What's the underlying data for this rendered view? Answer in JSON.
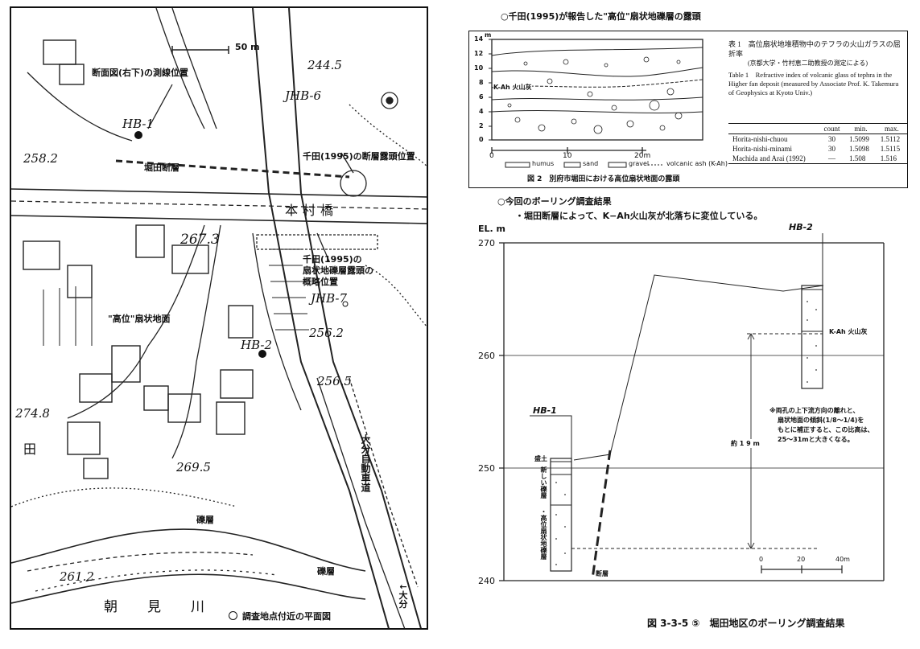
{
  "map": {
    "scale_label": "50 m",
    "caption": "調査地点付近の平面図",
    "section_line_note": "断面図(右下)の測線位置",
    "fault_outcrop_note": "千田(1995)の断層露頭位置",
    "fault_name": "堀田断層",
    "bridge_name": "本村橋",
    "gravel_outcrop_note": [
      "千田(1995)の",
      "扇状地礫層露頭の",
      "概略位置"
    ],
    "fan_label": "\"高位\"扇状地面",
    "highway_label": "大分自動車道",
    "river_label": "朝　見　川",
    "to_oita": "大分",
    "paddy": "田",
    "gravel_layer": "礫層",
    "boreholes": {
      "hb1": "HB-1",
      "hb2": "HB-2",
      "jhb6": "JHB-6",
      "jhb7": "JHB-7"
    },
    "elevations": [
      "244.5",
      "258.2",
      "267.3",
      "256.2",
      "256.5",
      "274.8",
      "269.5",
      "261.2"
    ]
  },
  "outcrop": {
    "heading": "○千田(1995)が報告した\"高位\"扇状地礫層の露頭",
    "y_unit": "m",
    "y_ticks": [
      "14",
      "12",
      "10",
      "8",
      "6",
      "4",
      "2",
      "0"
    ],
    "x_ticks": [
      "0",
      "10",
      "20m"
    ],
    "ash_label": "K-Ah 火山灰",
    "legend": [
      "humus",
      "sand",
      "gravel",
      "volcanic ash (K-Ah)"
    ],
    "caption": "図 2　別府市堀田における高位扇状地面の露頭"
  },
  "table": {
    "title_jp": "表 1　高位扇状地堆積物中のテフラの火山ガラスの屈折率",
    "title_jp_note": "(京都大学・竹村恵二助教授の測定による)",
    "title_en": "Table 1　Refractive index of volcanic glass of tephra in the Higher fan deposit (measured by Associate Prof. K. Takemura of Geophysics at Kyoto Univ.)",
    "headers": [
      "",
      "count",
      "min.",
      "max."
    ],
    "rows": [
      [
        "Horita-nishi-chuou",
        "30",
        "1.5099",
        "1.5112"
      ],
      [
        "Horita-nishi-minami",
        "30",
        "1.5098",
        "1.5115"
      ],
      [
        "Machida and Arai (1992)",
        "—",
        "1.508",
        "1.516"
      ]
    ]
  },
  "section": {
    "heading": "○今回のボーリング調査結果",
    "subheading": "・堀田断層によって、K−Ah火山灰が北落ちに変位している。",
    "y_axis_label": "EL. m",
    "y_ticks": [
      "270",
      "260",
      "250",
      "240"
    ],
    "hb1": "HB-1",
    "hb2": "HB-2",
    "hb1_layers": [
      "盛土",
      "新しい礫層",
      "・高位扇状地礫層"
    ],
    "hb2_ash": "K-Ah 火山灰",
    "offset_label": "約 1 9 m",
    "fault_label": "断層",
    "note": [
      "※両孔の上下流方向の離れと、",
      "扇状地面の傾斜(1/8〜1/4)を",
      "もとに補正すると、この比高は、",
      "25〜31mと大きくなる。"
    ],
    "scale_ticks": [
      "0",
      "20",
      "40m"
    ]
  },
  "figure_caption": "図 3-3-5 ⑤　堀田地区のボーリング調査結果"
}
